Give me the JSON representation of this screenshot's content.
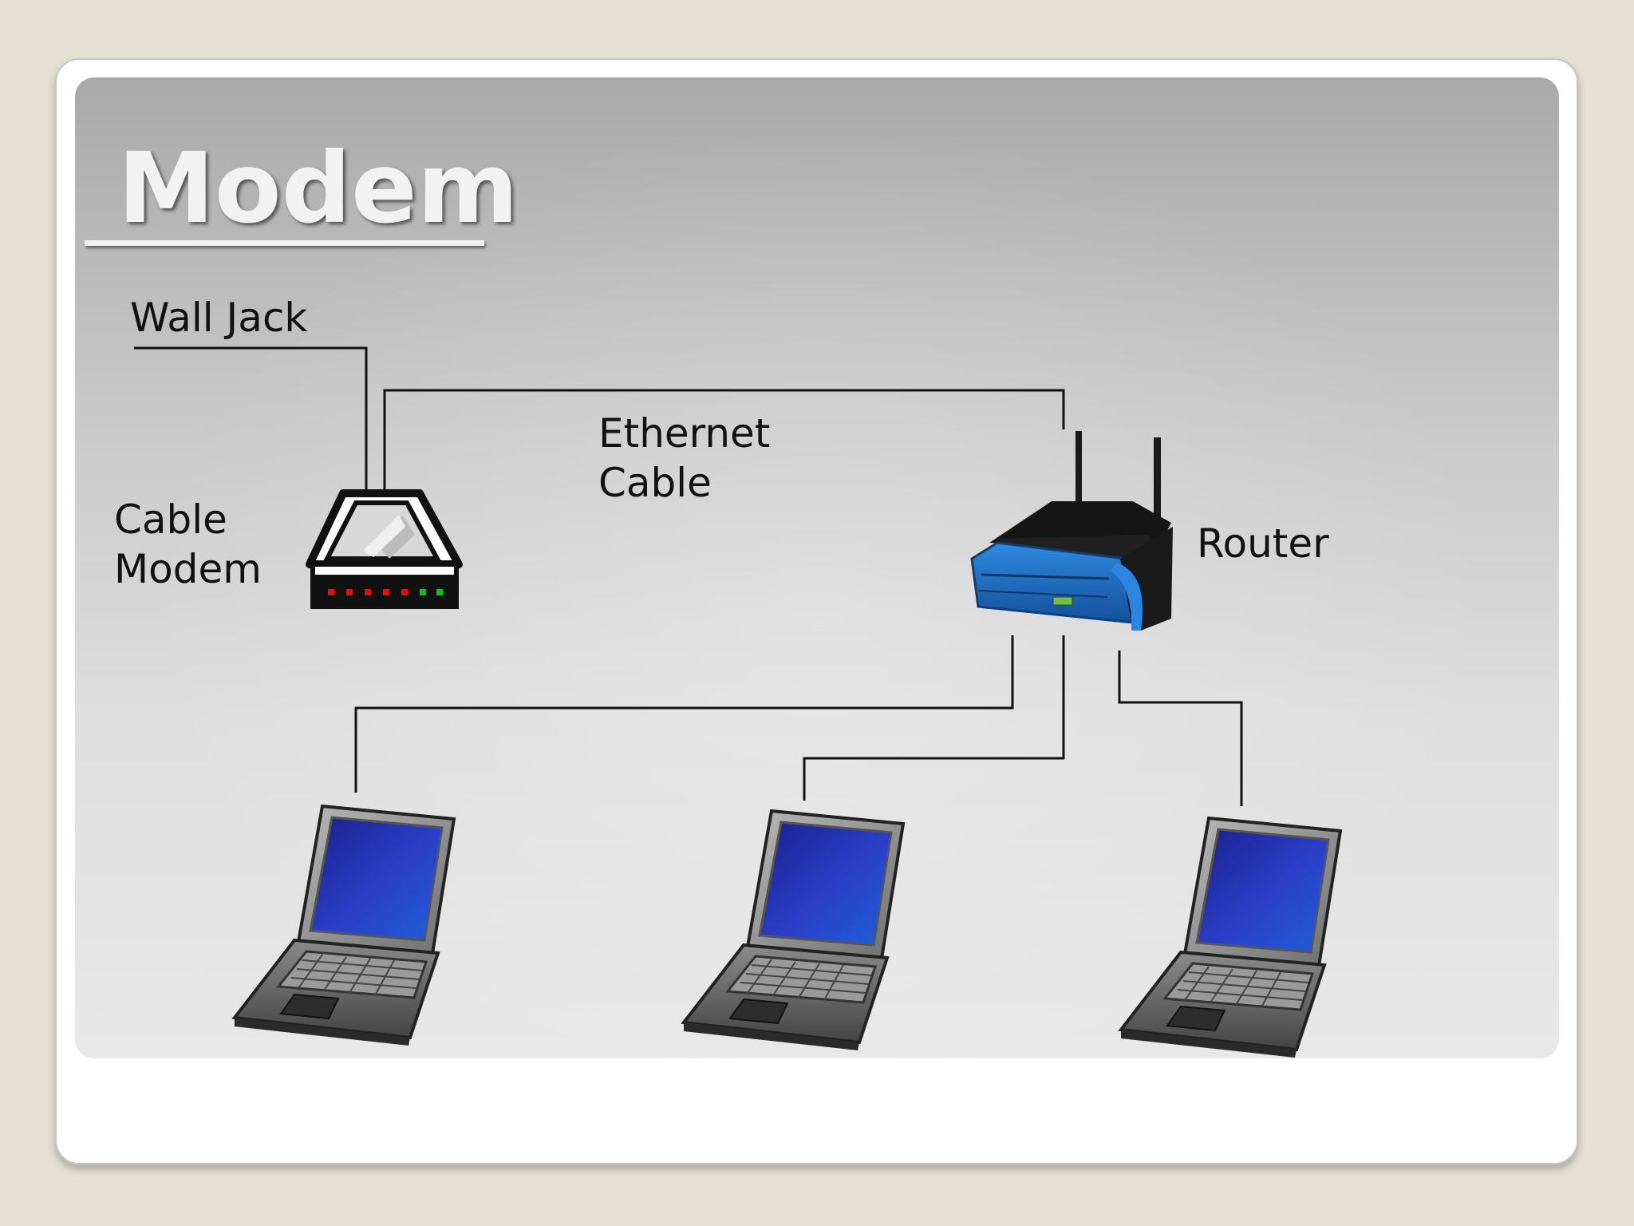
{
  "slide": {
    "title": " Modem"
  },
  "labels": {
    "wall_jack": "Wall Jack",
    "ethernet_cable_line1": "Ethernet",
    "ethernet_cable_line2": "Cable",
    "cable_modem_line1": "Cable",
    "cable_modem_line2": "Modem",
    "router": "Router"
  },
  "colors": {
    "background": "#e4e1d4",
    "connector_line": "#111111",
    "router_blue": "#1f6fc0",
    "laptop_screen": "#2a3fc9",
    "modem_led_red": "#e01010",
    "modem_led_green": "#10c020"
  },
  "icons": [
    "cable-modem-icon",
    "router-icon",
    "laptop-icon"
  ]
}
